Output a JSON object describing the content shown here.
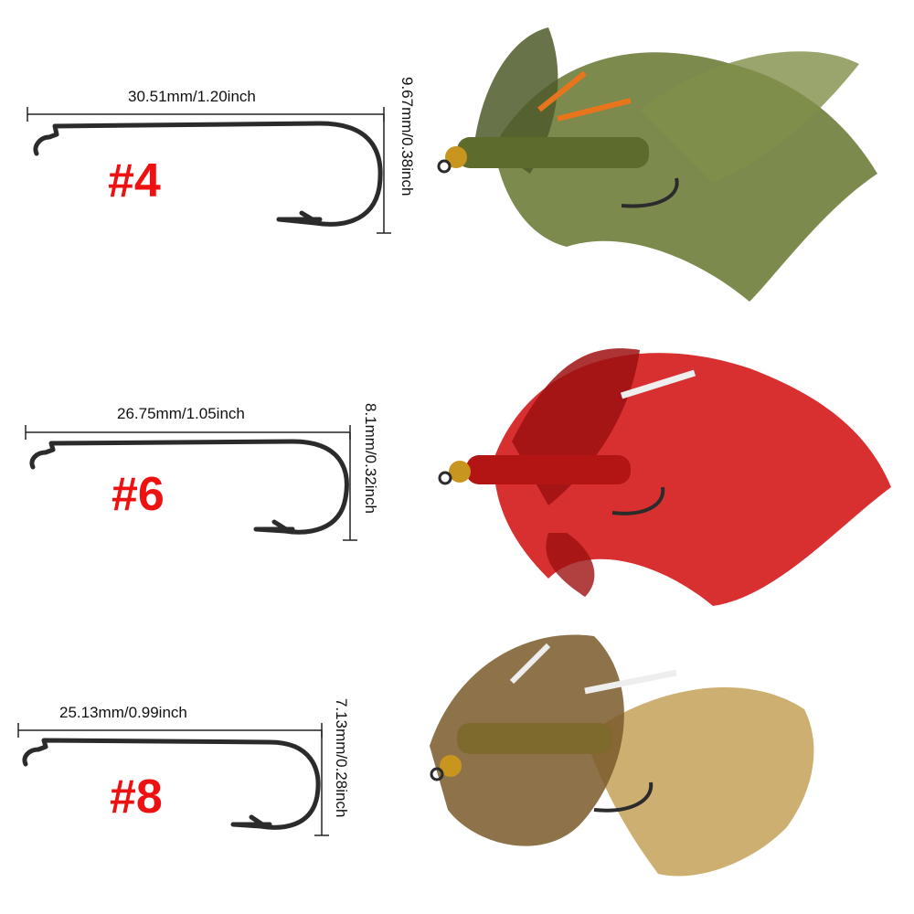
{
  "hooks": [
    {
      "size": "#4",
      "width_label": "30.51mm/1.20inch",
      "height_label": "9.67mm/0.38inch",
      "fly_color": "#6e7d3a",
      "fly_accent": "#e8741c"
    },
    {
      "size": "#6",
      "width_label": "26.75mm/1.05inch",
      "height_label": "8.1mm/0.32inch",
      "fly_color": "#d41a1a",
      "fly_accent": "#9e1010"
    },
    {
      "size": "#8",
      "width_label": "25.13mm/0.99inch",
      "height_label": "7.13mm/0.28inch",
      "fly_color": "#c9a663",
      "fly_accent": "#7a5a2a"
    }
  ],
  "colors": {
    "size_text": "#ee1111",
    "hook_metal": "#2b2b2b",
    "bead": "#c8961e"
  }
}
